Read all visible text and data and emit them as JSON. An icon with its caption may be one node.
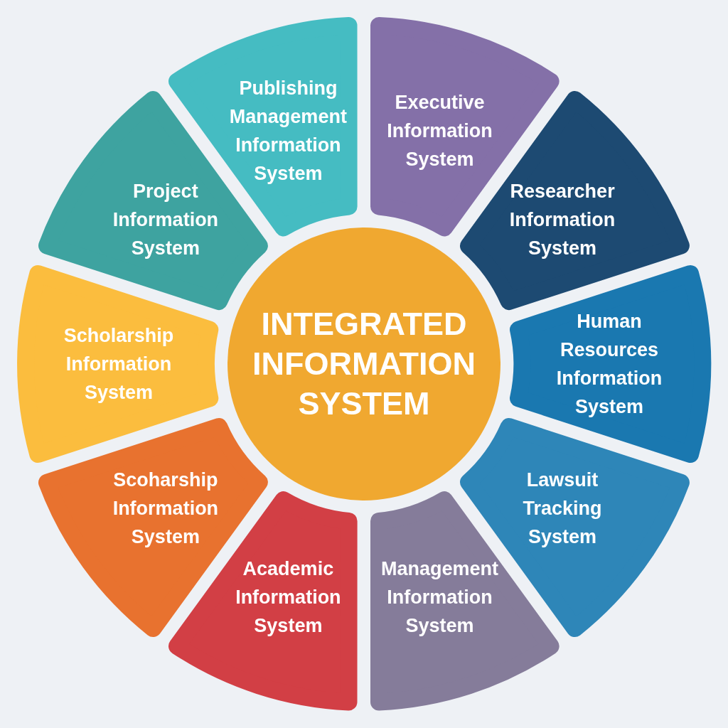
{
  "diagram": {
    "nodes": [
      {
        "text": [
          "INTEGRATED INFORMATION SYSTEM"
        ]
      },
      {
        "text": [
          "Publishing Management Information System"
        ]
      },
      {
        "text": [
          "Executive Information System"
        ]
      },
      {
        "text": [
          "Researcher Information System"
        ]
      },
      {
        "text": [
          "Human Resources Information System"
        ]
      },
      {
        "text": [
          "Lawsuit Tracking System"
        ]
      },
      {
        "text": [
          "Management Information System"
        ]
      },
      {
        "text": [
          "Academic Information System"
        ]
      },
      {
        "text": [
          "Scoharship Information System"
        ]
      },
      {
        "text": [
          "Scholarship Information System"
        ]
      },
      {
        "text": [
          "Project Information System"
        ]
      }
    ]
  }
}
